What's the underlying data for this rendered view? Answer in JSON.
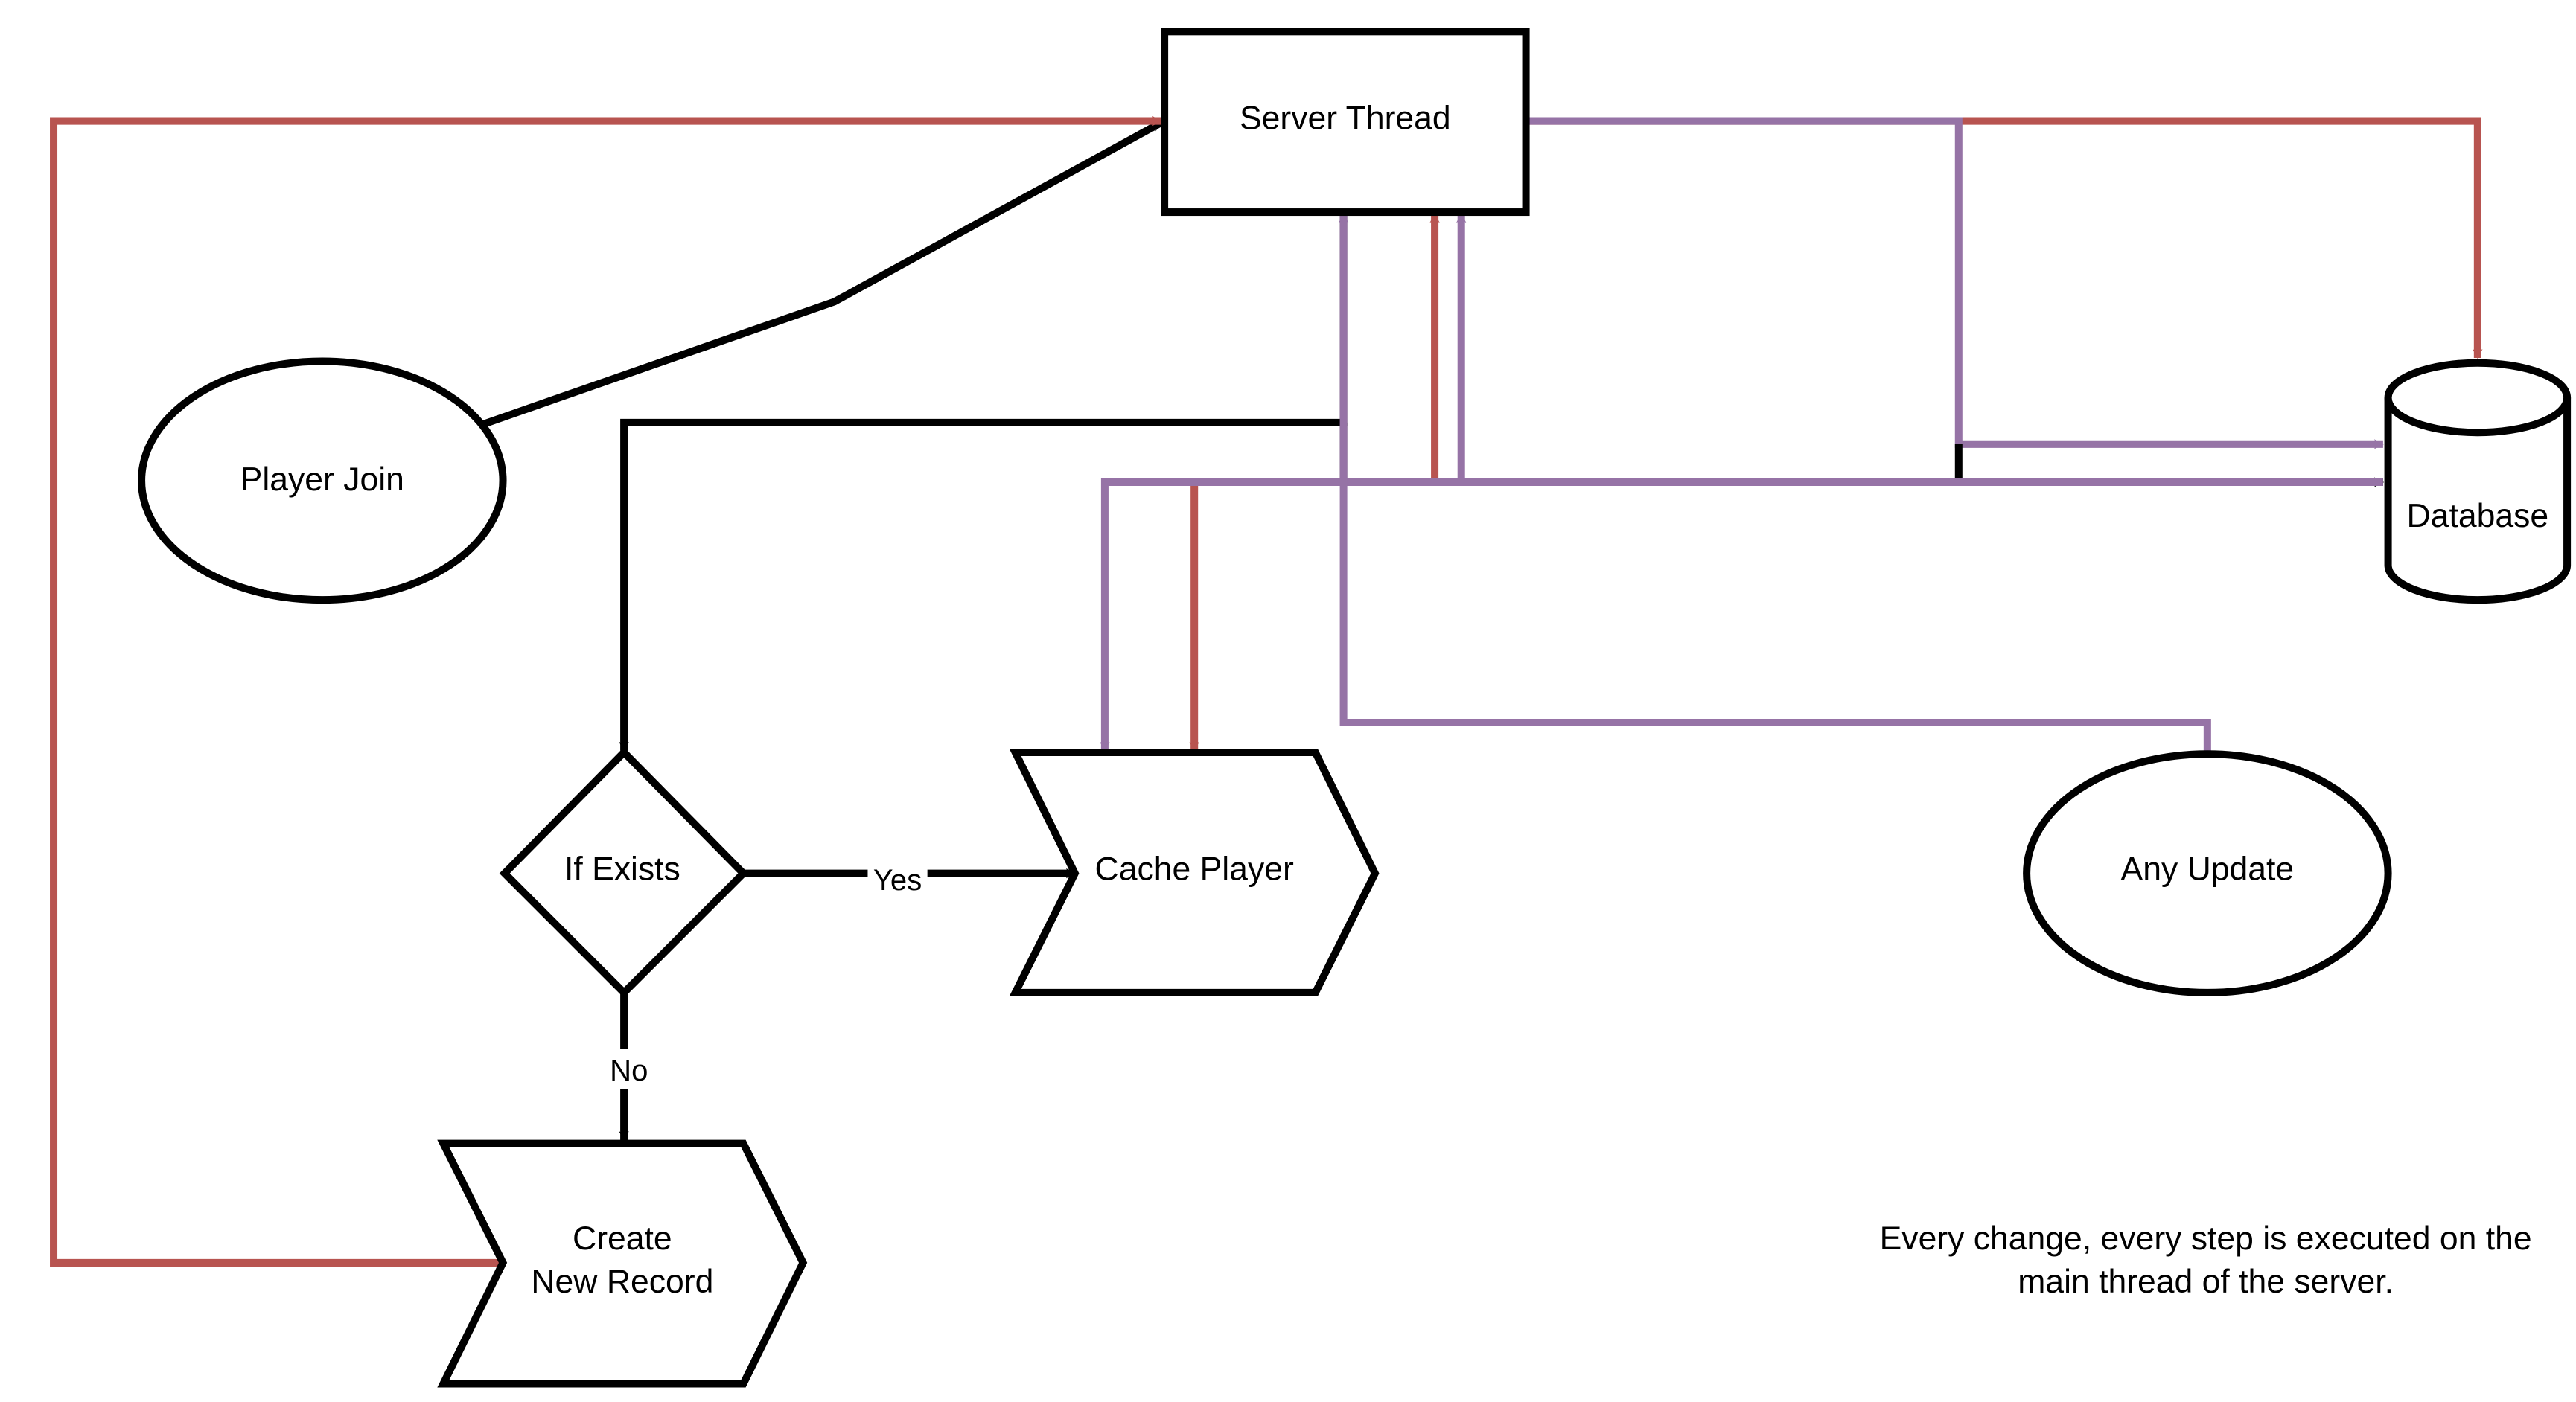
{
  "diagram": {
    "nodes": {
      "server_thread": "Server Thread",
      "player_join": "Player Join",
      "database": "Database",
      "if_exists": "If Exists",
      "cache_player": "Cache Player",
      "create_new_record_line1": "Create",
      "create_new_record_line2": "New Record",
      "any_update": "Any Update"
    },
    "edge_labels": {
      "yes": "Yes",
      "no": "No"
    },
    "note": {
      "line1": "Every change, every step is executed on the",
      "line2": "main thread of the server."
    },
    "colors": {
      "black": "#000000",
      "red": "#b85450",
      "purple": "#9673a6"
    }
  }
}
